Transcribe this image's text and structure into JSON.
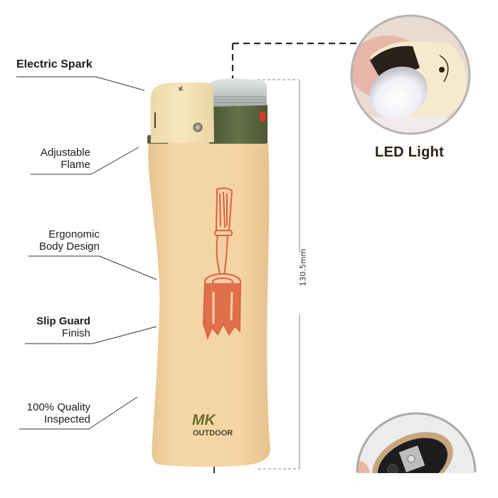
{
  "product": {
    "brand": "MK",
    "brand_sub": "OUTDOOR",
    "height_dimension": "130.5mm",
    "body_color": "#f2d3a2",
    "cap_color": "#f3e3b8",
    "chamber_color": "#59633f",
    "graphic_color": "#d9643f"
  },
  "callouts": [
    {
      "id": "electric-spark",
      "line1": "Electric Spark",
      "line2": "",
      "bold": true
    },
    {
      "id": "adjustable-flame",
      "line1": "Adjustable",
      "line2": "Flame",
      "bold": false
    },
    {
      "id": "ergonomic-body",
      "line1": "Ergonomic",
      "line2": "Body Design",
      "bold": false
    },
    {
      "id": "slip-guard",
      "line1": "Slip Guard",
      "line2": "Finish",
      "bold_line1": true
    },
    {
      "id": "quality",
      "line1": "100% Quality",
      "line2": "Inspected",
      "bold": false
    }
  ],
  "insets": {
    "led": {
      "title": "LED Light"
    },
    "bottom": {
      "title": ""
    }
  }
}
